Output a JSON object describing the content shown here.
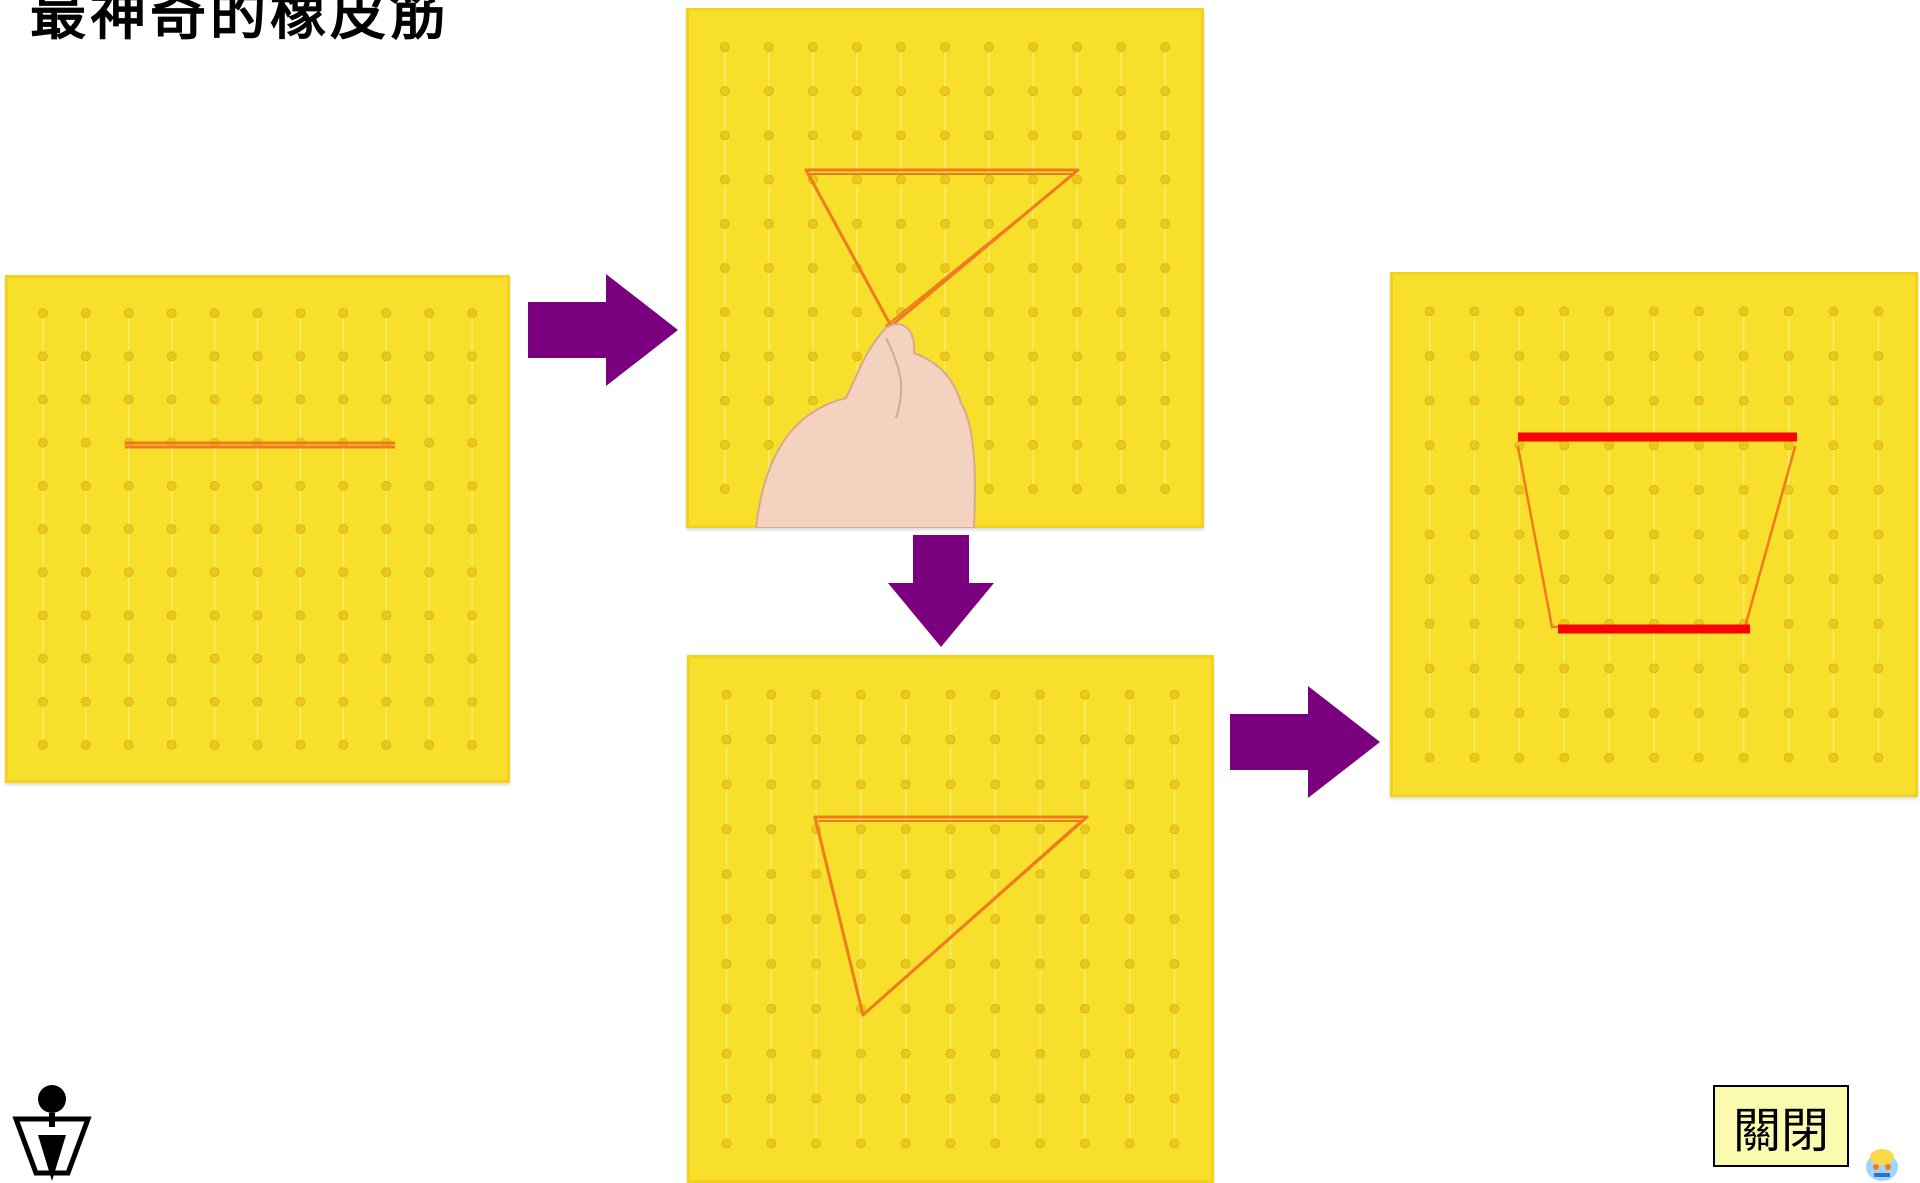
{
  "page": {
    "title": "最神奇的橡皮筋"
  },
  "boards": [
    {
      "name": "board-straight-line",
      "shape": "horizontal line segment",
      "has_hand": false
    },
    {
      "name": "board-stretched-triangle",
      "shape": "triangle pulled by hand",
      "has_hand": true
    },
    {
      "name": "board-triangle",
      "shape": "triangle",
      "has_hand": false
    },
    {
      "name": "board-trapezoid",
      "shape": "trapezoid with highlighted parallel sides",
      "has_hand": false
    }
  ],
  "colors": {
    "board": "#f7df2c",
    "peg": "#e9c817",
    "band": "#f07a1e",
    "highlight": "#ff0000",
    "arrow": "#7b0080",
    "button_bg": "#fbfbb0"
  },
  "icons": {
    "logo": "figure-in-trapezoid-logo-icon",
    "mascot": "cartoon-mascot-icon"
  },
  "controls": {
    "close_label": "關閉"
  }
}
